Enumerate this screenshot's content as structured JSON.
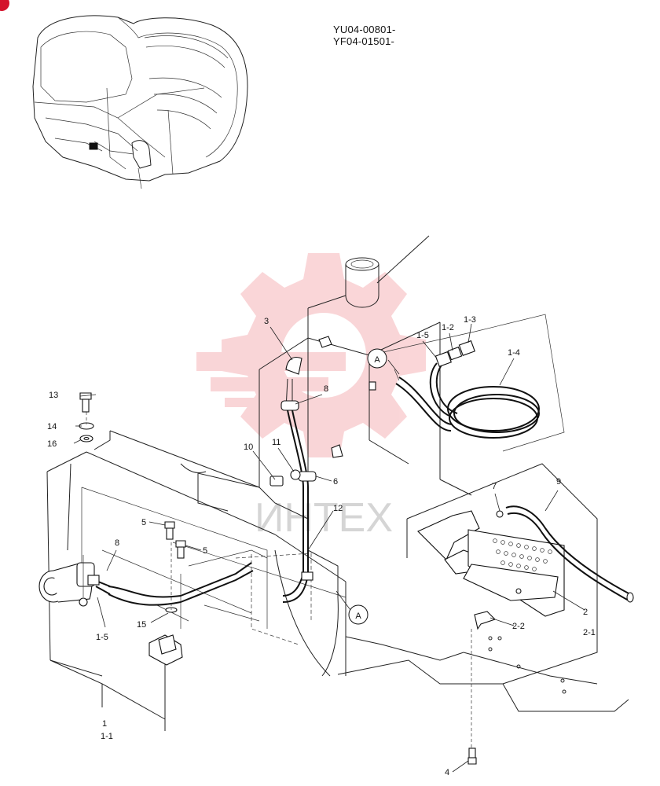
{
  "header": {
    "serial_line_1": "YU04-00801-",
    "serial_line_2": "YF04-01501-"
  },
  "watermark": {
    "text": "ИНТЕХ",
    "color": "#e8454f"
  },
  "callouts": {
    "c1": "1",
    "c1_1": "1-1",
    "c1_2": "1-2",
    "c1_3": "1-3",
    "c1_4": "1-4",
    "c1_5_top": "1-5",
    "c1_5_bottom": "1-5",
    "c2": "2",
    "c2_1": "2-1",
    "c2_2": "2-2",
    "c3": "3",
    "c4": "4",
    "c5_a": "5",
    "c5_b": "5",
    "c6": "6",
    "c7": "7",
    "c8_top": "8",
    "c8_bottom": "8",
    "c9": "9",
    "c10": "10",
    "c11": "11",
    "c12": "12",
    "c13": "13",
    "c14": "14",
    "c15": "15",
    "c16": "16",
    "ref_a_top": "A",
    "ref_a_bottom": "A"
  },
  "colors": {
    "line": "#222222",
    "badge": "#d4122b"
  }
}
